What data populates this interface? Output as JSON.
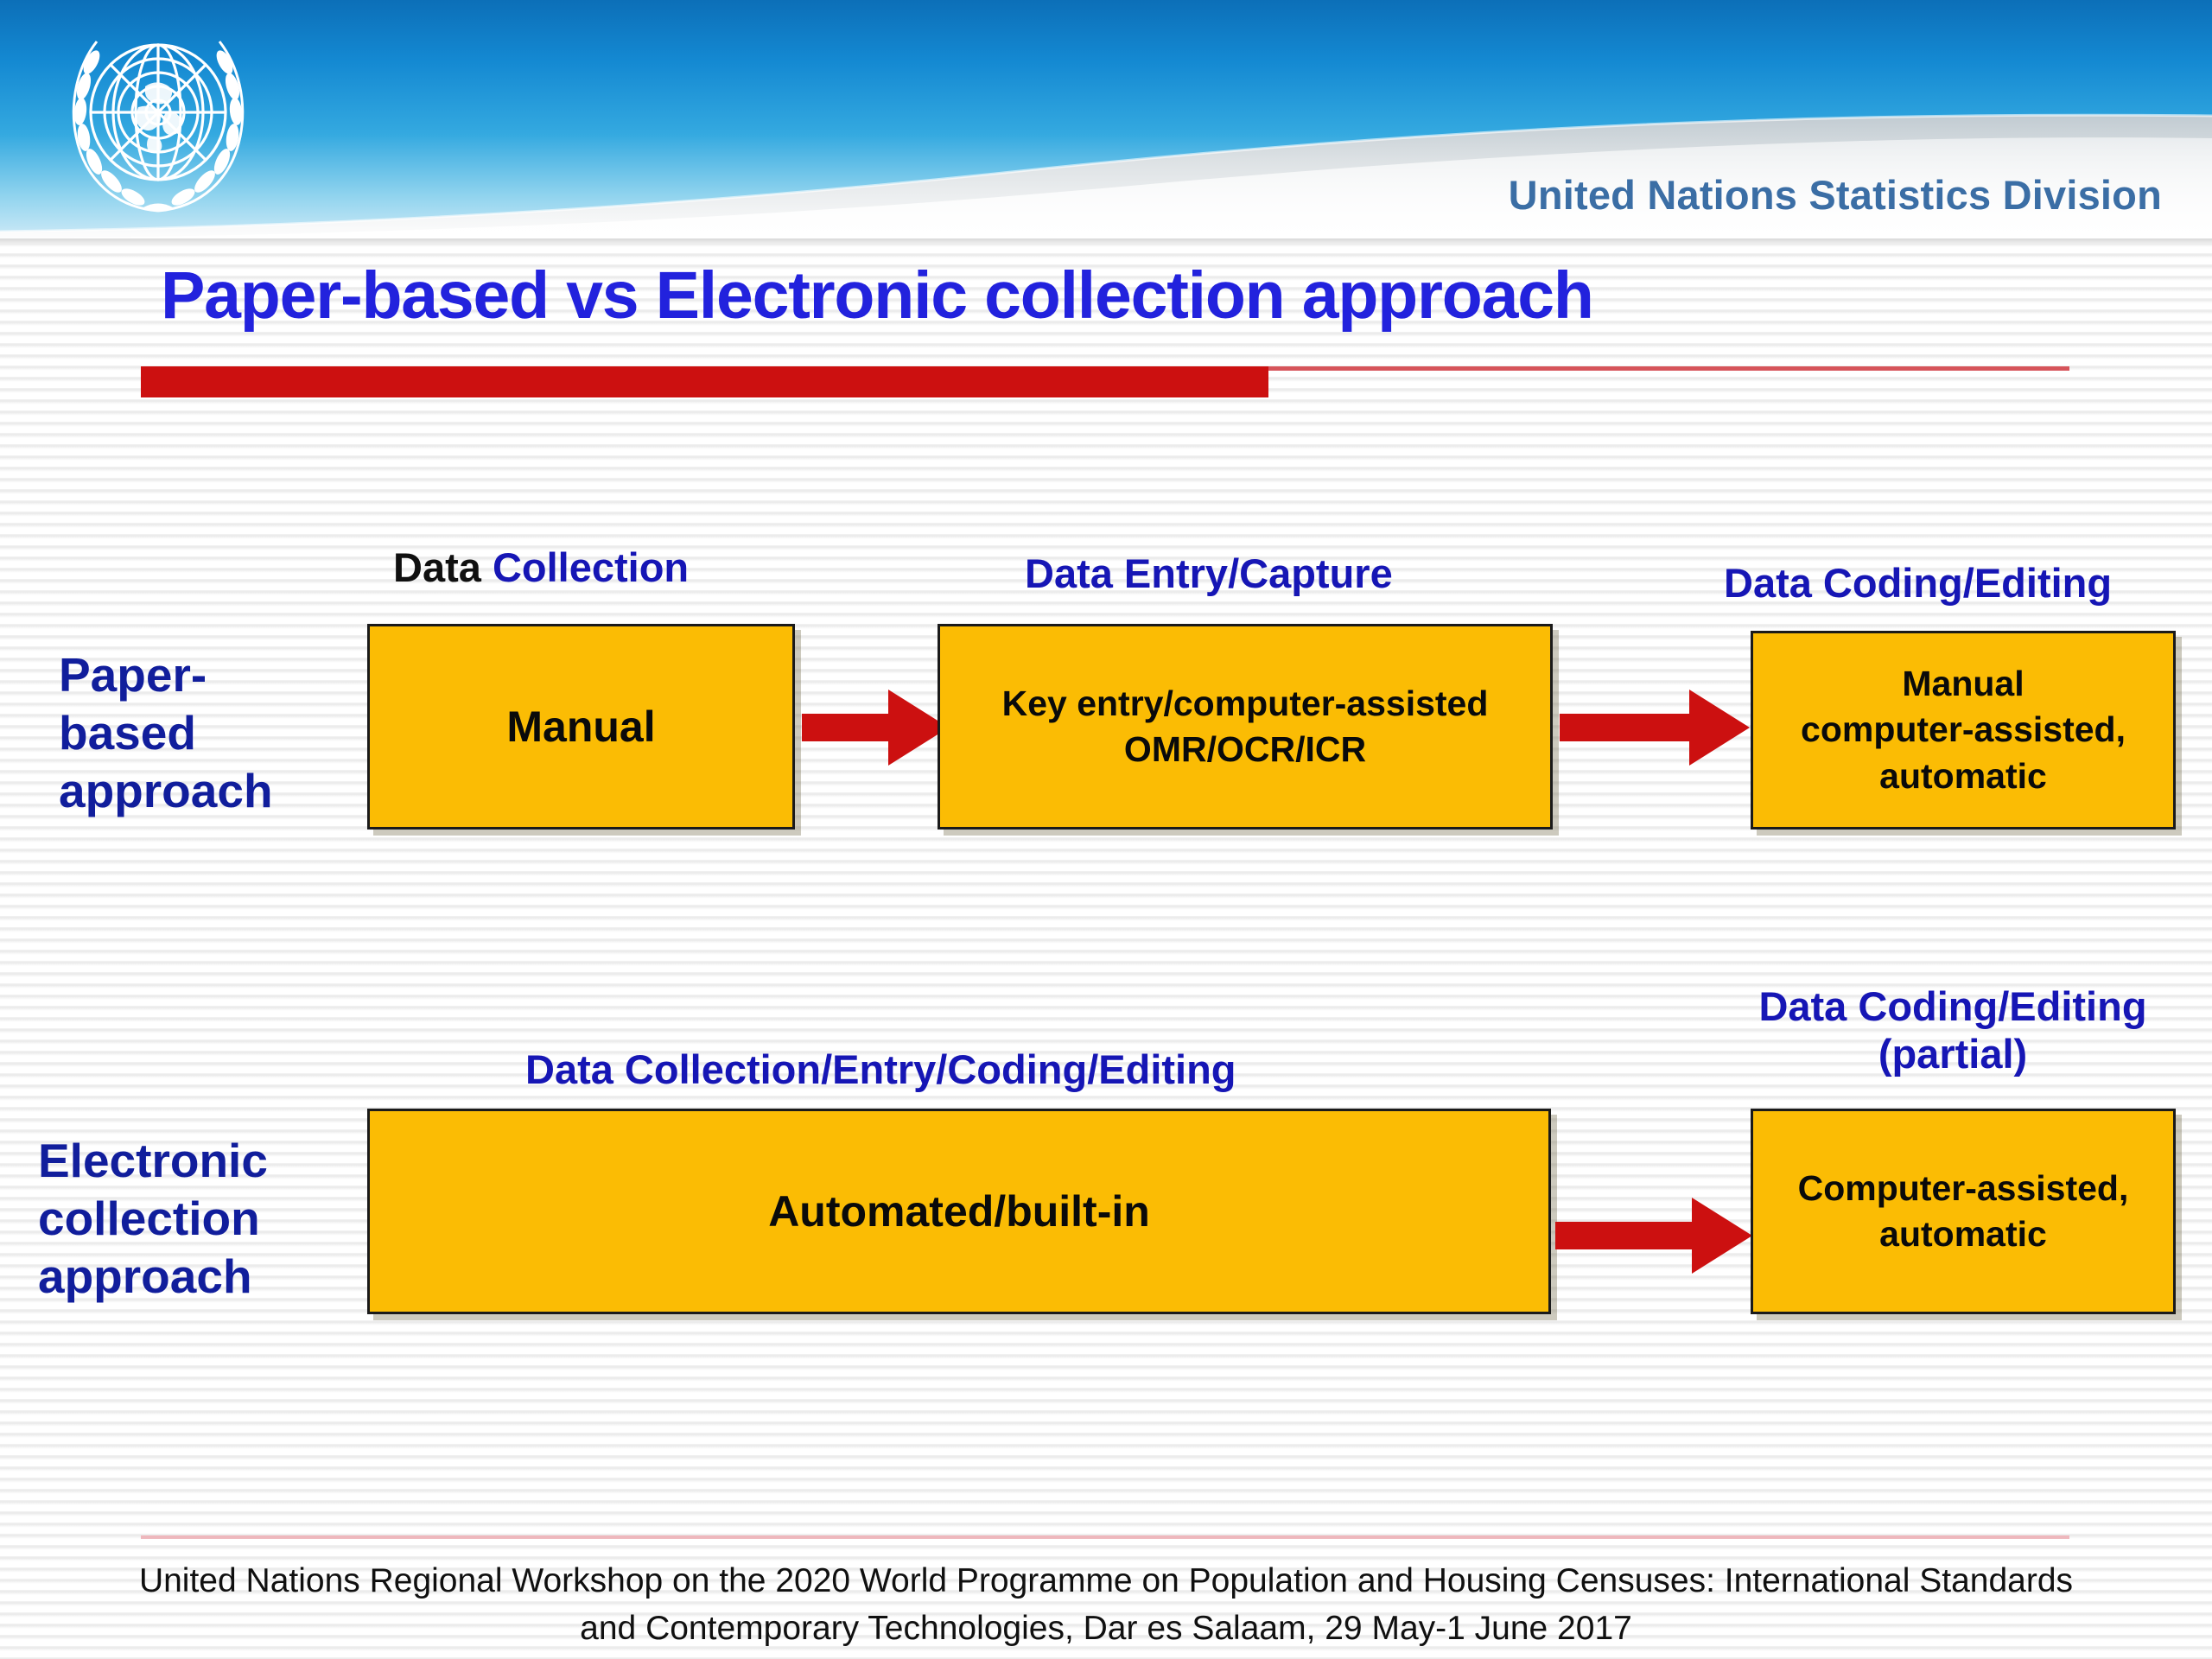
{
  "header": {
    "org_name": "United Nations Statistics Division",
    "emblem_name": "un-emblem"
  },
  "title": "Paper-based vs Electronic collection approach",
  "colors": {
    "title_blue": "#2222DD",
    "label_blue": "#1616B5",
    "row_label_blue": "#111E9C",
    "box_fill": "#FBBC04",
    "box_border": "#1a1a1a",
    "arrow_red": "#CC1010",
    "rule_red": "#CC1010",
    "header_blue": "#1186cf",
    "org_name_blue": "#3b6ea5"
  },
  "diagram": {
    "rows": [
      {
        "row_label": "Paper-based approach",
        "row_label_lines": [
          "Paper-",
          "based",
          "approach"
        ],
        "stages": [
          {
            "label_prefix": "Data ",
            "label_main": "Collection",
            "label_full": "Data Collection",
            "box_lines": [
              "Manual"
            ]
          },
          {
            "label_prefix": "",
            "label_main": "Data Entry/Capture",
            "label_full": "Data Entry/Capture",
            "box_lines": [
              "Key entry/computer-assisted",
              "OMR/OCR/ICR"
            ]
          },
          {
            "label_prefix": "",
            "label_main": "Data Coding/Editing",
            "label_full": "Data Coding/Editing",
            "box_lines": [
              "Manual",
              "computer-assisted,",
              "automatic"
            ]
          }
        ]
      },
      {
        "row_label": "Electronic collection approach",
        "row_label_lines": [
          "Electronic",
          "collection",
          "approach"
        ],
        "stages": [
          {
            "label_prefix": "",
            "label_main": "Data Collection/Entry/Coding/Editing",
            "label_full": "Data Collection/Entry/Coding/Editing",
            "box_lines": [
              "Automated/built-in"
            ]
          },
          {
            "label_prefix": "",
            "label_main": "Data Coding/Editing (partial)",
            "label_full": "Data Coding/Editing (partial)",
            "box_lines": [
              "Computer-assisted,",
              "automatic"
            ]
          }
        ]
      }
    ],
    "arrows": [
      {
        "name": "arrow-collection-to-entry"
      },
      {
        "name": "arrow-entry-to-coding"
      },
      {
        "name": "arrow-automated-to-coding"
      }
    ]
  },
  "footer": {
    "line1": "United Nations Regional Workshop on the 2020 World Programme on Population and Housing Censuses: International Standards",
    "line2": "and Contemporary Technologies, Dar es Salaam, 29 May-1 June  2017"
  }
}
